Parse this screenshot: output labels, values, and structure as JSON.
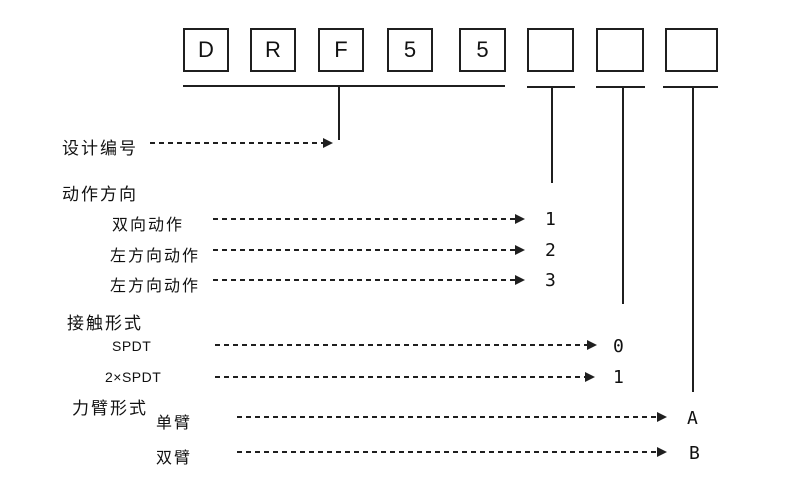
{
  "diagram": {
    "title_meaning": "DRF55 model number coding diagram",
    "colors": {
      "line": "#1f1f1f",
      "background": "#ffffff",
      "text": "#111111"
    },
    "code_boxes": [
      "D",
      "R",
      "F",
      "5",
      "5",
      "",
      "",
      ""
    ],
    "sections": [
      {
        "title": "设计编号",
        "rows": []
      },
      {
        "title": "动作方向",
        "rows": [
          {
            "label": "双向动作",
            "value": "1"
          },
          {
            "label": "左方向动作",
            "value": "2"
          },
          {
            "label": "左方向动作",
            "value": "3"
          }
        ]
      },
      {
        "title": "接触形式",
        "rows": [
          {
            "label": "SPDT",
            "value": "0"
          },
          {
            "label": "2×SPDT",
            "value": "1"
          }
        ]
      },
      {
        "title": "力臂形式",
        "rows": [
          {
            "label": "单臂",
            "value": "A"
          },
          {
            "label": "双臂",
            "value": "B"
          }
        ]
      }
    ]
  }
}
